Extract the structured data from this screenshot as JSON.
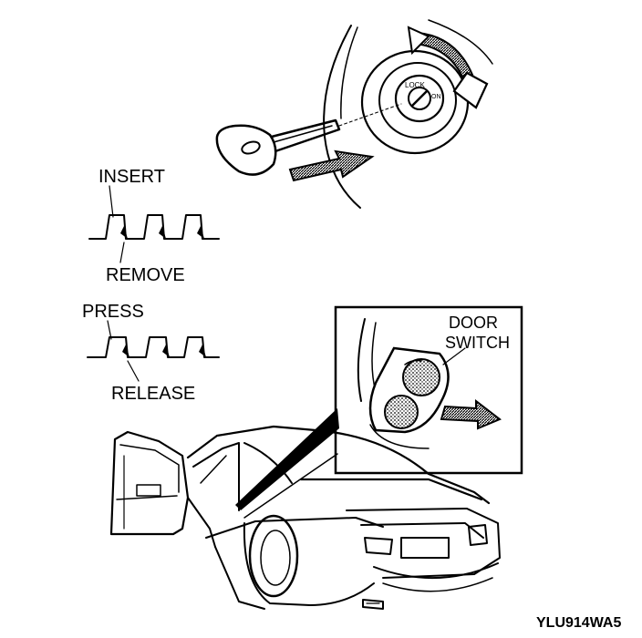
{
  "labels": {
    "insert": "INSERT",
    "remove": "REMOVE",
    "press": "PRESS",
    "release": "RELEASE",
    "door_switch_line1": "DOOR",
    "door_switch_line2": "SWITCH",
    "figure_code": "YLU914WA5"
  },
  "colors": {
    "ink": "#000000",
    "paper": "#ffffff",
    "arrow_fill": "#2a2a2a"
  },
  "icons": [
    "key-icon",
    "ignition-cylinder-icon",
    "rotation-arrow-icon",
    "push-pull-arrow-icon",
    "door-switch-icon",
    "car-icon"
  ]
}
